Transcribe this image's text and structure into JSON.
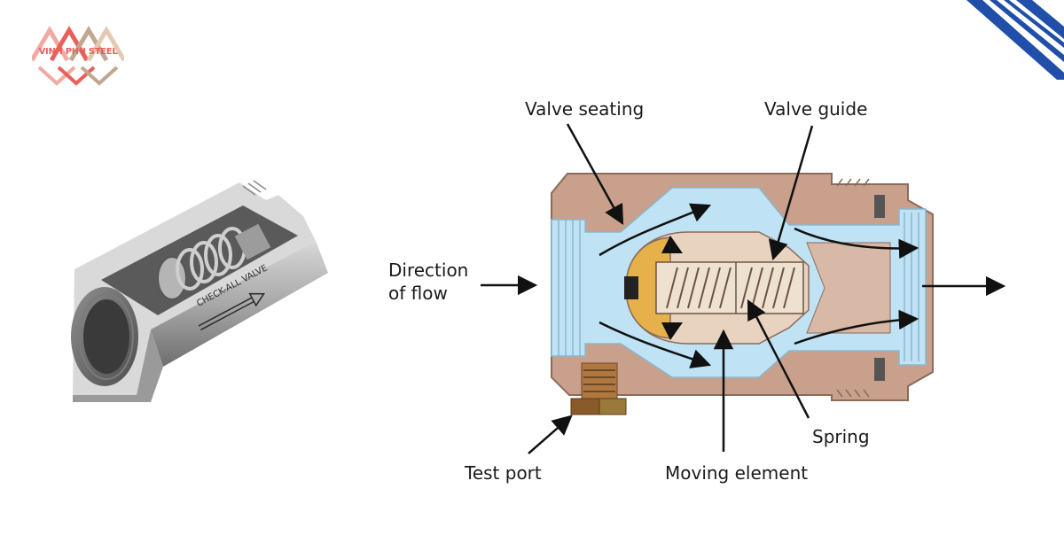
{
  "brand": {
    "logo_text": "VINH PHU STEEL"
  },
  "photo": {
    "stamp_text": "CHECK-ALL VALVE"
  },
  "diagram": {
    "labels": {
      "valve_seating": "Valve seating",
      "valve_guide": "Valve guide",
      "direction_line1": "Direction",
      "direction_line2": "of flow",
      "spring": "Spring",
      "test_port": "Test port",
      "moving_element": "Moving element"
    }
  },
  "colors": {
    "body": "#c9a08c",
    "body_stroke": "#8c6a5a",
    "fluid": "#bfe3f4",
    "element": "#e8d2c0",
    "seat": "#e6b04a",
    "test_port": "#8a5a2a",
    "accent_stripes": "#1f4fa8",
    "logo": "#e8605c"
  }
}
